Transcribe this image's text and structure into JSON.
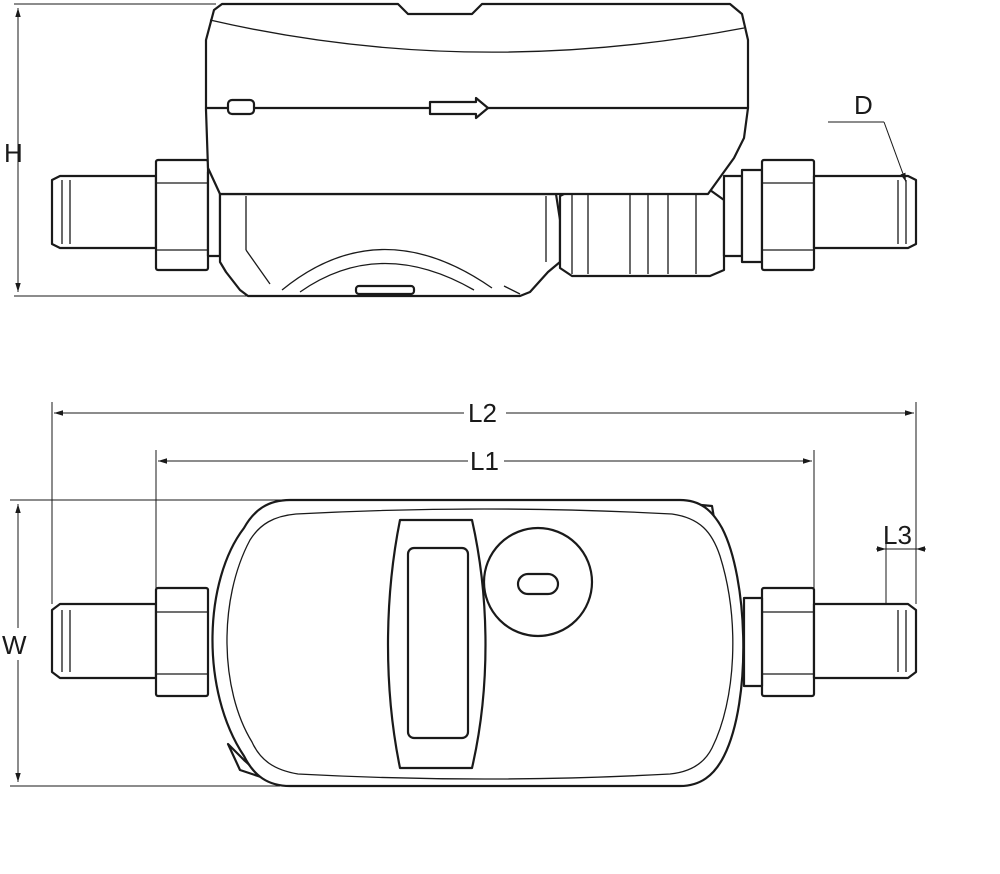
{
  "labels": {
    "height": "H",
    "diameter": "D",
    "overall_length": "L2",
    "body_length": "L1",
    "thread_length": "L3",
    "width": "W"
  },
  "colors": {
    "line": "#1a1a1a",
    "background": "#ffffff"
  }
}
